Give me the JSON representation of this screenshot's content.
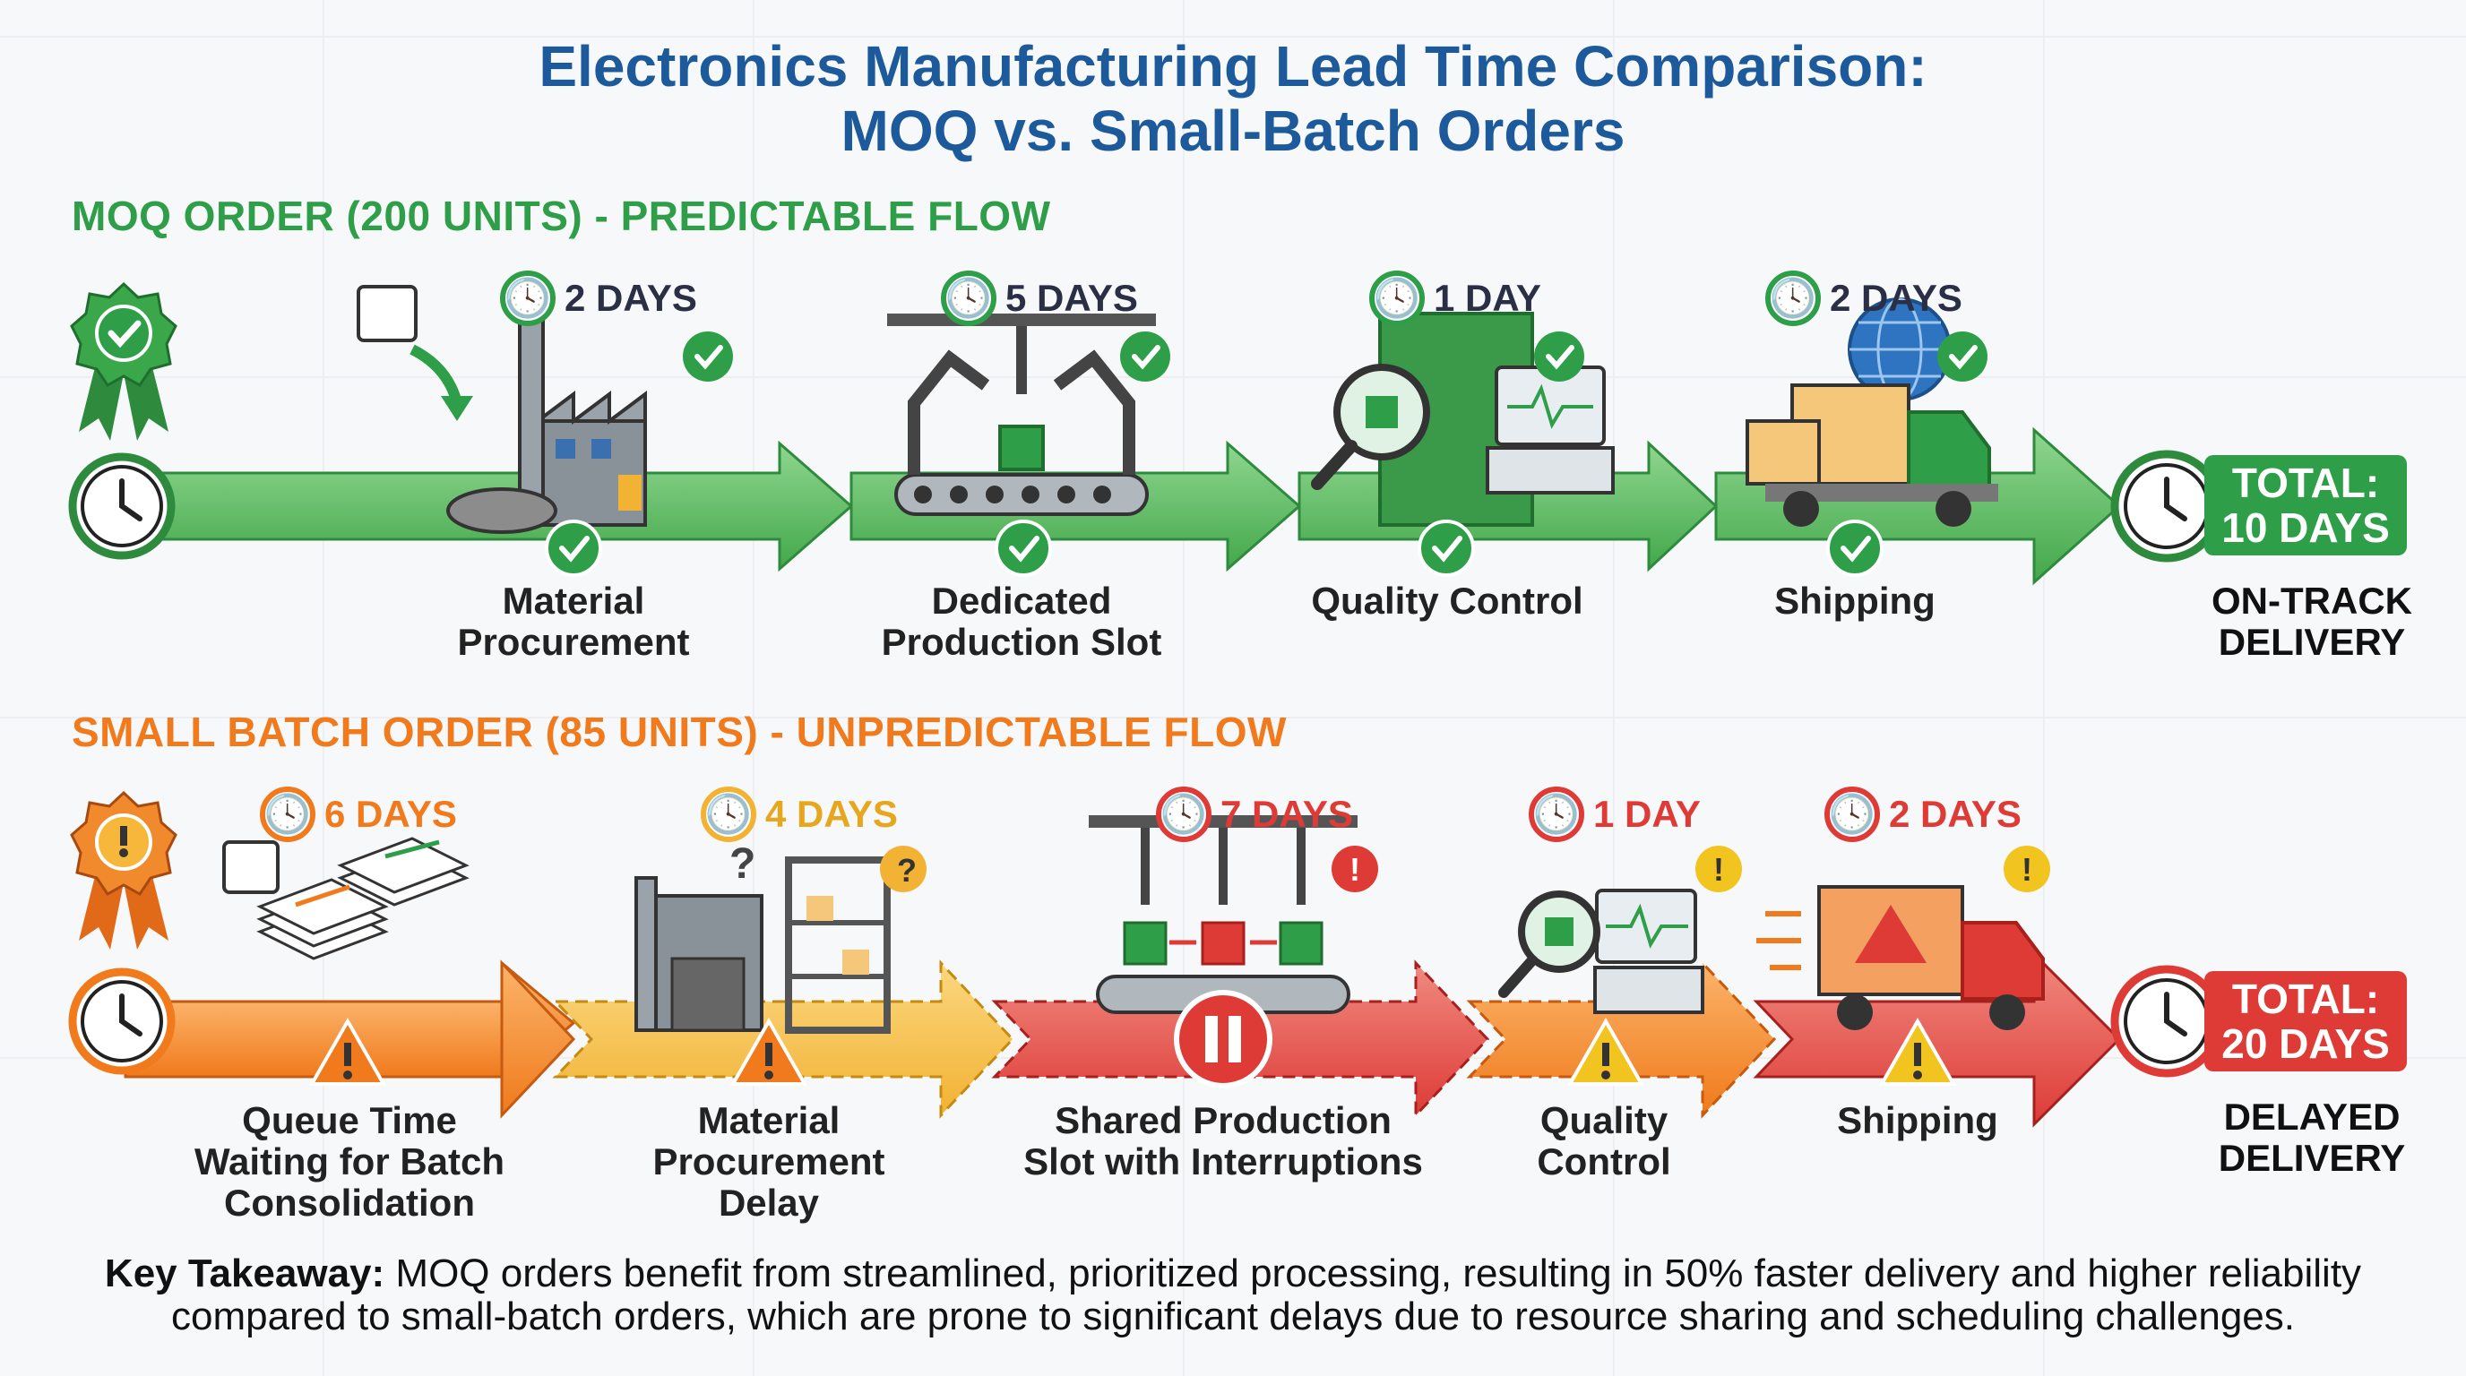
{
  "title": {
    "line1": "Electronics Manufacturing Lead Time Comparison:",
    "line2": "MOQ vs. Small-Batch Orders"
  },
  "colors": {
    "title": "#1d5a9c",
    "green": "#2e9e48",
    "orange": "#f07a1c",
    "amber": "#f2b233",
    "red": "#de3b37"
  },
  "moq": {
    "label": "MOQ ORDER (200 UNITS) - PREDICTABLE FLOW",
    "steps": [
      {
        "days": "2 DAYS",
        "label1": "Material",
        "label2": "Procurement",
        "icon": "factory-icon"
      },
      {
        "days": "5 DAYS",
        "label1": "Dedicated",
        "label2": "Production Slot",
        "icon": "robot-arm-icon"
      },
      {
        "days": "1 DAY",
        "label1": "Quality Control",
        "label2": "",
        "icon": "inspection-icon"
      },
      {
        "days": "2 DAYS",
        "label1": "Shipping",
        "label2": "",
        "icon": "truck-icon"
      }
    ],
    "total_line1": "TOTAL:",
    "total_line2": "10 DAYS",
    "outcome_line1": "ON-TRACK",
    "outcome_line2": "DELIVERY"
  },
  "small": {
    "label": "SMALL BATCH ORDER (85 UNITS) - UNPREDICTABLE FLOW",
    "steps": [
      {
        "days": "6 DAYS",
        "label1": "Queue Time",
        "label2": "Waiting for Batch",
        "label3": "Consolidation",
        "icon": "paper-stack-icon"
      },
      {
        "days": "4 DAYS",
        "label1": "Material",
        "label2": "Procurement",
        "label3": "Delay",
        "icon": "warehouse-icon"
      },
      {
        "days": "7 DAYS",
        "label1": "Shared Production",
        "label2": "Slot with Interruptions",
        "label3": "",
        "icon": "robot-arm-icon"
      },
      {
        "days": "1 DAY",
        "label1": "Quality",
        "label2": "Control",
        "label3": "",
        "icon": "inspection-icon"
      },
      {
        "days": "2 DAYS",
        "label1": "Shipping",
        "label2": "",
        "label3": "",
        "icon": "truck-icon"
      }
    ],
    "total_line1": "TOTAL:",
    "total_line2": "20 DAYS",
    "outcome_line1": "DELAYED",
    "outcome_line2": "DELIVERY"
  },
  "takeaway": {
    "bold": "Key Takeaway:",
    "line1": " MOQ orders benefit from streamlined, prioritized processing, resulting in 50% faster delivery and higher reliability",
    "line2": "compared to small-batch orders, which are prone to significant delays due to resource sharing and scheduling challenges."
  }
}
